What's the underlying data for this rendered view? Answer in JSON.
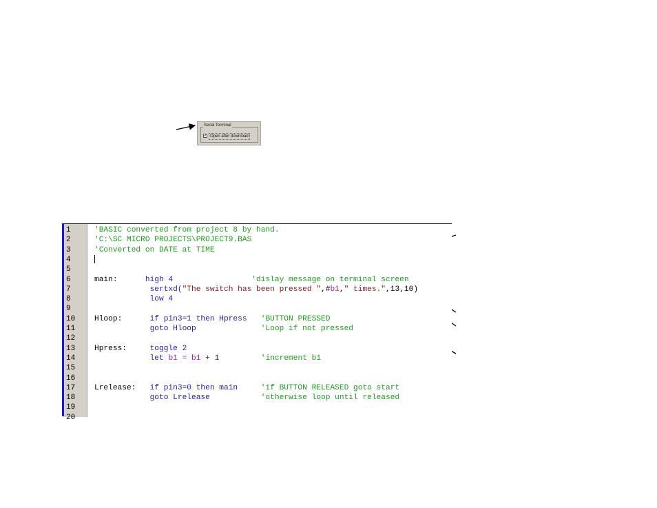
{
  "serial_panel": {
    "legend": "Serial Terminal",
    "checkbox_checked": true,
    "checkbox_label": "Open after download"
  },
  "editor": {
    "line_numbers": [
      "1",
      "2",
      "3",
      "4",
      "5",
      "6",
      "7",
      "8",
      "9",
      "10",
      "11",
      "12",
      "13",
      "14",
      "15",
      "16",
      "17",
      "18",
      "19",
      "20"
    ],
    "lines": [
      [
        {
          "t": "'BASIC converted from project 8 by hand.",
          "c": "comment"
        }
      ],
      [
        {
          "t": "'C:\\SC MICRO PROJECTS\\PROJECT9.BAS",
          "c": "comment"
        }
      ],
      [
        {
          "t": "'Converted on DATE at TIME",
          "c": "comment"
        }
      ],
      [],
      [],
      [
        {
          "t": "main:      ",
          "c": "plain"
        },
        {
          "t": "high 4",
          "c": "kw"
        },
        {
          "t": "                 ",
          "c": "plain"
        },
        {
          "t": "'dislay message on terminal screen",
          "c": "comment"
        }
      ],
      [
        {
          "t": "            ",
          "c": "plain"
        },
        {
          "t": "sertxd(",
          "c": "kw"
        },
        {
          "t": "\"The switch has been pressed \"",
          "c": "str"
        },
        {
          "t": ",#",
          "c": "plain"
        },
        {
          "t": "b1",
          "c": "var"
        },
        {
          "t": ",",
          "c": "plain"
        },
        {
          "t": "\" times.\"",
          "c": "str"
        },
        {
          "t": ",13,10)",
          "c": "plain"
        }
      ],
      [
        {
          "t": "            ",
          "c": "plain"
        },
        {
          "t": "low 4",
          "c": "kw"
        }
      ],
      [],
      [
        {
          "t": "Hloop:      ",
          "c": "plain"
        },
        {
          "t": "if pin3=1 then Hpress",
          "c": "kw"
        },
        {
          "t": "   ",
          "c": "plain"
        },
        {
          "t": "'BUTTON PRESSED",
          "c": "comment"
        }
      ],
      [
        {
          "t": "            ",
          "c": "plain"
        },
        {
          "t": "goto Hloop",
          "c": "kw"
        },
        {
          "t": "              ",
          "c": "plain"
        },
        {
          "t": "'Loop if not pressed",
          "c": "comment"
        }
      ],
      [],
      [
        {
          "t": "Hpress:     ",
          "c": "plain"
        },
        {
          "t": "toggle 2",
          "c": "kw"
        }
      ],
      [
        {
          "t": "            ",
          "c": "plain"
        },
        {
          "t": "let ",
          "c": "kw"
        },
        {
          "t": "b1",
          "c": "var"
        },
        {
          "t": " = ",
          "c": "kw"
        },
        {
          "t": "b1",
          "c": "var"
        },
        {
          "t": " + 1",
          "c": "kw"
        },
        {
          "t": "         ",
          "c": "plain"
        },
        {
          "t": "'increment b1",
          "c": "comment"
        }
      ],
      [],
      [],
      [
        {
          "t": "Lrelease:   ",
          "c": "plain"
        },
        {
          "t": "if pin3=0 then main",
          "c": "kw"
        },
        {
          "t": "     ",
          "c": "plain"
        },
        {
          "t": "'if BUTTON RELEASED goto start",
          "c": "comment"
        }
      ],
      [
        {
          "t": "            ",
          "c": "plain"
        },
        {
          "t": "goto Lrelease",
          "c": "kw"
        },
        {
          "t": "           ",
          "c": "plain"
        },
        {
          "t": "'otherwise loop until released",
          "c": "comment"
        }
      ],
      [],
      []
    ],
    "colors": {
      "comment": "#1aa31a",
      "keyword": "#1c1cc8",
      "string": "#8b1a1a",
      "variable": "#b21cb2",
      "gutter": "#d4d0c8",
      "margin_bar": "#1a1ad6"
    }
  }
}
